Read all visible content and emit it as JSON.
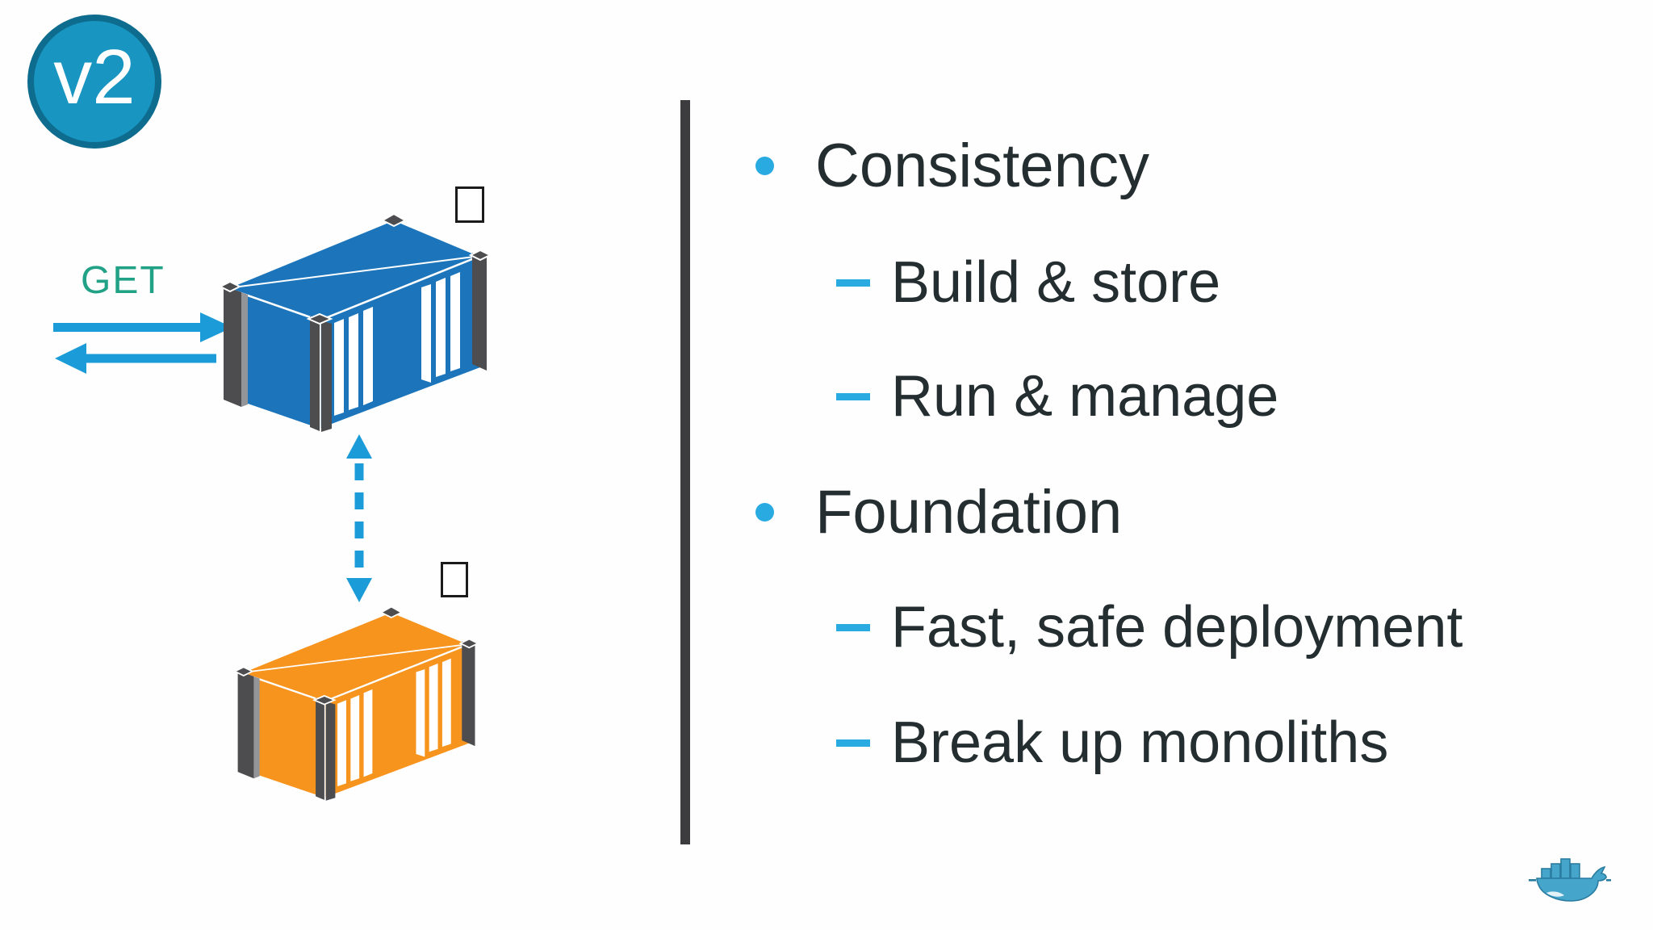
{
  "slide": {
    "badge_label": "v2",
    "diagram": {
      "get_label": "GET",
      "blue_container": "shipping-container-blue",
      "orange_container": "shipping-container-orange",
      "request_arrow": "arrow-right",
      "response_arrow": "arrow-left",
      "link_arrow": "dashed-double-arrow-vertical",
      "placeholder_squares": [
        "empty-square-top",
        "empty-square-bottom"
      ]
    },
    "content": {
      "items": [
        {
          "label": "Consistency",
          "subs": [
            "Build & store",
            "Run & manage"
          ]
        },
        {
          "label": "Foundation",
          "subs": [
            "Fast, safe deployment",
            "Break up monoliths"
          ]
        }
      ]
    },
    "footer": {
      "logo": "docker-whale"
    },
    "theme": {
      "badge_fill": "#1895C1",
      "badge_border": "#0E6C8E",
      "container_blue": "#1C75BB",
      "container_orange": "#F7941E",
      "post_gray": "#4D4D4F",
      "arrow_blue": "#1B9CD8",
      "bullet_blue": "#29ABE2",
      "get_green": "#21A287",
      "divider_dark": "#3C3C3E",
      "text_dark": "#242E30",
      "whale_blue": "#45A5CB",
      "whale_dark": "#2A7CA0"
    }
  }
}
